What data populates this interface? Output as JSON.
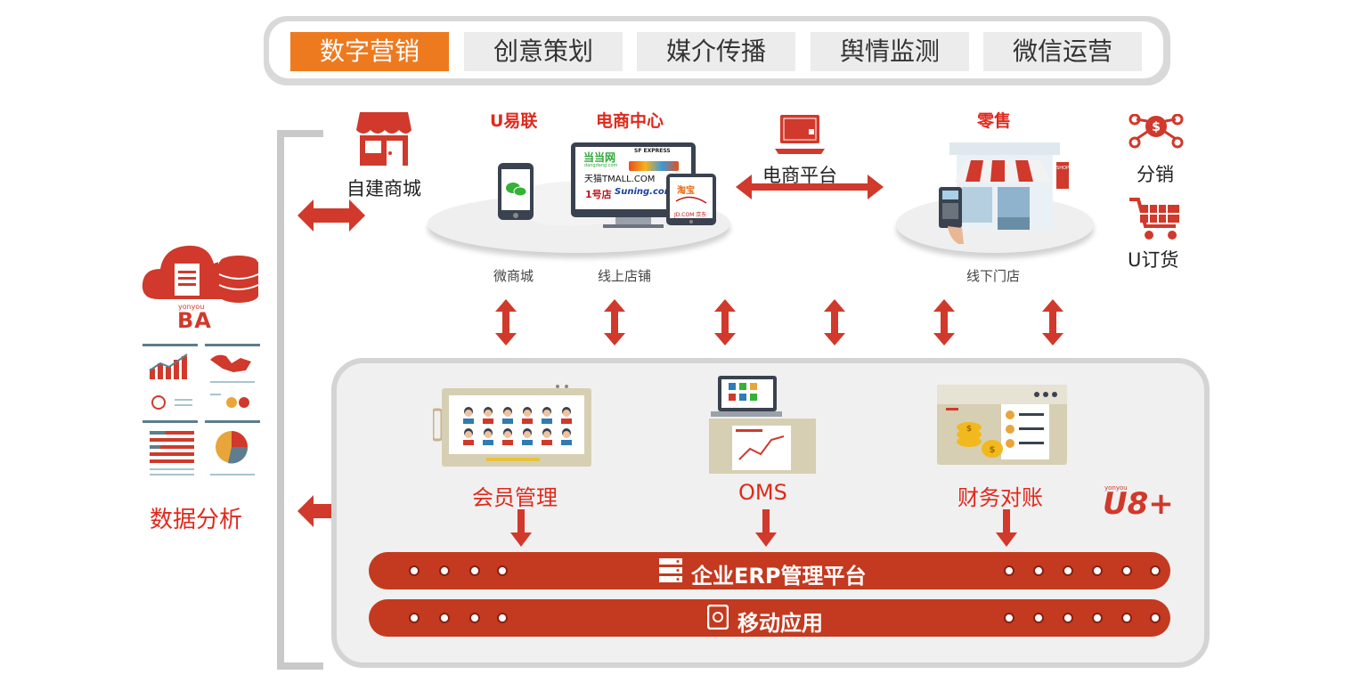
{
  "tabs": [
    {
      "label": "数字营销",
      "active": true
    },
    {
      "label": "创意策划",
      "active": false
    },
    {
      "label": "媒介传播",
      "active": false
    },
    {
      "label": "舆情监测",
      "active": false
    },
    {
      "label": "微信运营",
      "active": false
    }
  ],
  "top": {
    "u_yilian": "U易联",
    "ecommerce_center": "电商中心",
    "retail": "零售",
    "self_mall": "自建商城",
    "ecommerce_platform": "电商平台",
    "distribution": "分销",
    "u_order": "U订货",
    "wechat_mall": "微商城",
    "online_store": "线上店铺",
    "offline_store": "线下门店"
  },
  "store_logos": {
    "dangdang": "当当网",
    "dangdang_url": "dangdang.com",
    "sf": "SF EXPRESS",
    "tmall": "天猫TMALL.COM",
    "yhd": "1号店",
    "suning": "Suning.com",
    "taobao": "淘宝",
    "jd": "JD.COM 京东",
    "shop_sign": "SHOP"
  },
  "left": {
    "brand_small": "yonyou",
    "brand": "BA",
    "data_analysis": "数据分析"
  },
  "modules": {
    "member": "会员管理",
    "oms": "OMS",
    "finance": "财务对账",
    "u8_small": "yonyou",
    "u8": "U8+"
  },
  "belts": {
    "erp": "企业ERP管理平台",
    "mobile": "移动应用"
  },
  "colors": {
    "accent_orange": "#ee7a1f",
    "red": "#e0291c",
    "belt": "#c33a20"
  }
}
